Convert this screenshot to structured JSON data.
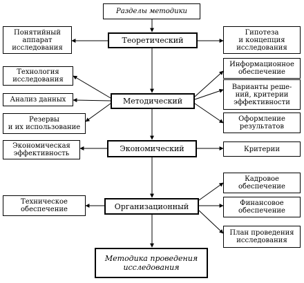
{
  "diagram": {
    "title": "Разделы методики",
    "stages": {
      "theory": "Теоретический",
      "method": "Методический",
      "economic": "Экономический",
      "organizational": "Организационный"
    },
    "final": "Методика проведения\nисследования",
    "left": {
      "concepts": "Понятийный\nаппарат\nисследования",
      "technology": "Технология\nисследования",
      "analysis": "Анализ данных",
      "reserves": "Резервы\nи их использование",
      "efficiency": "Экономическая\nэффективность",
      "tech_support": "Техническое\nобеспечение"
    },
    "right": {
      "hypothesis": "Гипотеза\nи концепция\nисследования",
      "info_support": "Информационное\nобеспечение",
      "variants": "Варианты реше-\nний, критерии\nэффективности",
      "formatting": "Оформление\nрезультатов",
      "criteria": "Критерии",
      "staff": "Кадровое\nобеспечение",
      "finance": "Финансовое\nобеспечение",
      "plan": "План проведения\nисследования"
    }
  }
}
